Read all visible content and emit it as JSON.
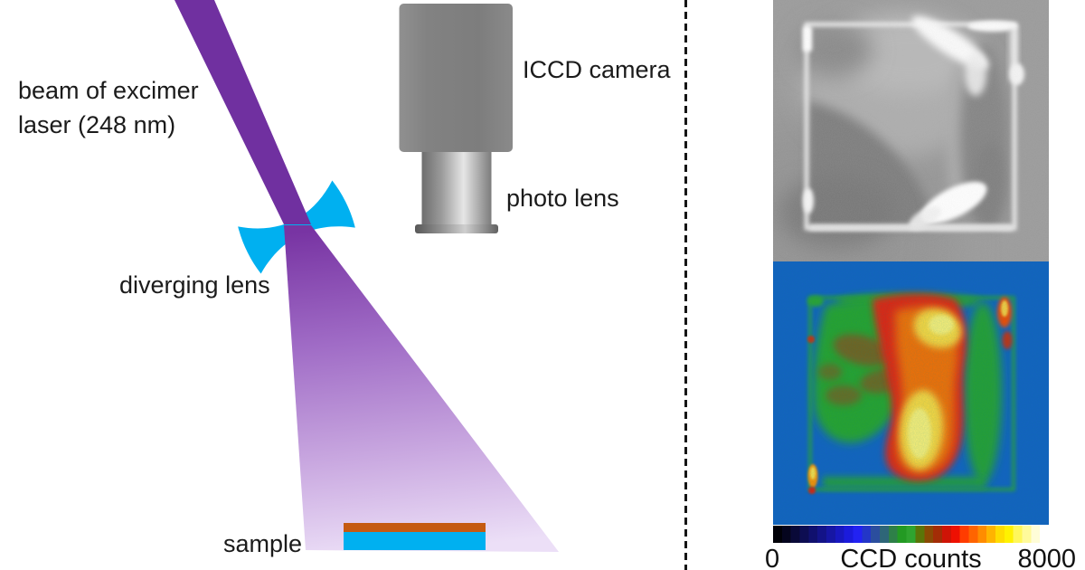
{
  "left_diagram": {
    "beam_label_line1": "beam of excimer",
    "beam_label_line2": "laser (248 nm)",
    "diverging_lens_label": "diverging lens",
    "camera_label": "ICCD camera",
    "photo_lens_label": "photo lens",
    "sample_label": "sample",
    "colors": {
      "beam": "#7030a0",
      "cone_top": "#7834a3",
      "cone_bottom": "#ecdff7",
      "lens": "#00b0f0",
      "sample_top_layer": "#c55a11",
      "sample_substrate": "#00b0f0",
      "camera_body": "#828282"
    }
  },
  "right_panel": {
    "photo_background": "#9a9a9a",
    "heatmap_background": "#1561c1",
    "colorbar": {
      "min_label": "0",
      "title": "CCD counts",
      "max_label": "8000",
      "lut_colors": [
        "#010108",
        "#05051e",
        "#090938",
        "#0d0d52",
        "#10106e",
        "#131388",
        "#1616a4",
        "#1818c0",
        "#1b1bdc",
        "#2222f2",
        "#2336c8",
        "#2b4e9e",
        "#2e6678",
        "#2e8048",
        "#239a23",
        "#2fa42f",
        "#5a7508",
        "#8a4a04",
        "#a32d06",
        "#cf1406",
        "#ee1002",
        "#ff3c00",
        "#ff6400",
        "#ff8c00",
        "#ffb400",
        "#ffdc00",
        "#fff200",
        "#fff75a",
        "#fffa9b",
        "#fffdd8",
        "#ffffff"
      ]
    }
  }
}
